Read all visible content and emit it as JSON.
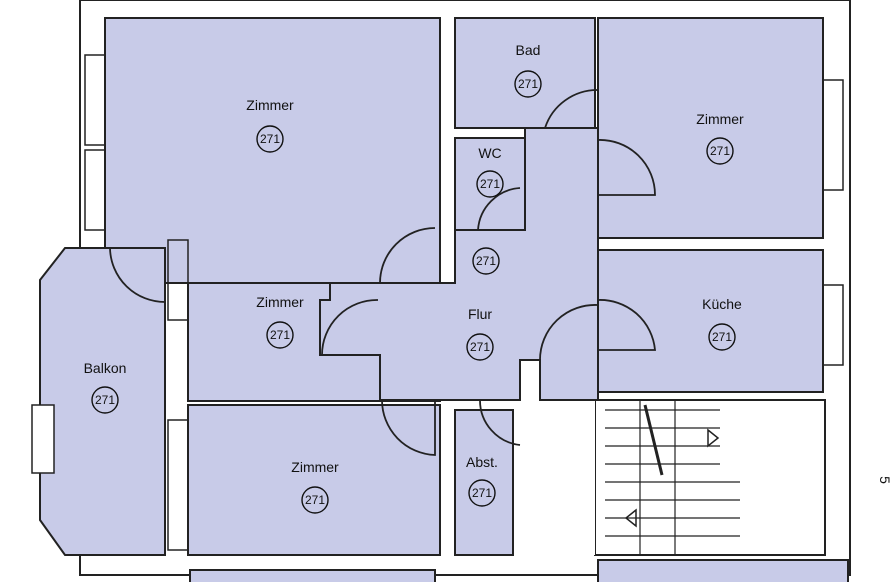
{
  "rooms": [
    {
      "label": "Zimmer",
      "number": "271"
    },
    {
      "label": "Bad",
      "number": "271"
    },
    {
      "label": "Zimmer",
      "number": "271"
    },
    {
      "label": "WC",
      "number": "271"
    },
    {
      "label": "",
      "number": "271"
    },
    {
      "label": "Zimmer",
      "number": "271"
    },
    {
      "label": "Flur",
      "number": "271"
    },
    {
      "label": "Küche",
      "number": "271"
    },
    {
      "label": "Balkon",
      "number": "271"
    },
    {
      "label": "Zimmer",
      "number": "271"
    },
    {
      "label": "Abst.",
      "number": "271"
    }
  ],
  "side_mark": "5",
  "colors": {
    "fill": "#c8cbe8",
    "line": "#222222",
    "background": "#ffffff"
  }
}
